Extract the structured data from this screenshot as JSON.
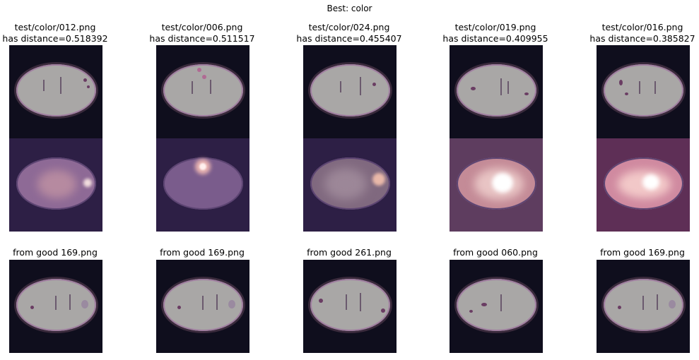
{
  "suptitle": "Best: color",
  "columns": [
    {
      "title_path": "test/color/012.png",
      "title_dist": "has distance=0.518392",
      "match": "from good 169.png"
    },
    {
      "title_path": "test/color/006.png",
      "title_dist": "has distance=0.511517",
      "match": "from good 169.png"
    },
    {
      "title_path": "test/color/024.png",
      "title_dist": "has distance=0.455407",
      "match": "from good 261.png"
    },
    {
      "title_path": "test/color/019.png",
      "title_dist": "has distance=0.409955",
      "match": "from good 060.png"
    },
    {
      "title_path": "test/color/016.png",
      "title_dist": "has distance=0.385827",
      "match": "from good 169.png"
    }
  ],
  "colors": {
    "background": "#0f0e1d",
    "egg": "#a9a7a6",
    "heatmap_base": "#2d1f45",
    "heatmap_hot": "#f4c0c0"
  }
}
